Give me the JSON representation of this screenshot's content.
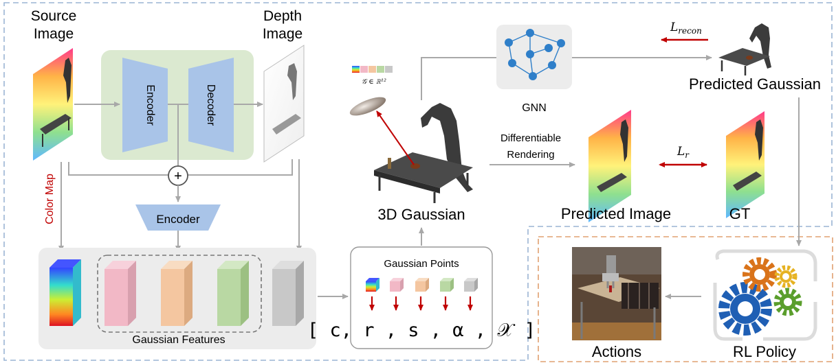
{
  "labels": {
    "source_image": [
      "Source",
      "Image"
    ],
    "depth_image": [
      "Depth",
      "Image"
    ],
    "encoder_left": "Encoder",
    "decoder": "Decoder",
    "encoder_bottom": "Encoder",
    "color_map": "Color Map",
    "gaussian_features": "Gaussian Features",
    "gaussian_points": "Gaussian Points",
    "tuple": "[ c, r , s , α , 𝒳 ]",
    "g_formula": "𝒢 ∈ ℝ¹²",
    "three_d_gaussian": "3D Gaussian",
    "gnn": "GNN",
    "l_recon": "L",
    "l_recon_sub": "recon",
    "predicted_gaussian": "Predicted Gaussian",
    "differentiable_rendering": [
      "Differentiable",
      "Rendering"
    ],
    "predicted_image": "Predicted Image",
    "l_r": "L",
    "l_r_sub": "r",
    "gt": "GT",
    "actions": "Actions",
    "rl_policy": "RL Policy",
    "plus": "+"
  },
  "colors": {
    "outer_border": "#9ab4d4",
    "inner_border": "#e0a070",
    "encdec_bg": "#dbe9d0",
    "encoder_fill": "#a9c4e8",
    "feature_panel": "#ececec",
    "feature_pink": "#f2b8c6",
    "feature_orange": "#f4c6a0",
    "feature_green": "#b9d8a3",
    "feature_gray": "#c8c8c8",
    "arrow_gray": "#a8a8a8",
    "arrow_red": "#c00000",
    "gnn_node": "#2f7fc9",
    "gear_orange": "#d9731a",
    "gear_yellow": "#e6b222",
    "gear_blue": "#1f5fb4",
    "gear_green": "#5a9e2c"
  }
}
